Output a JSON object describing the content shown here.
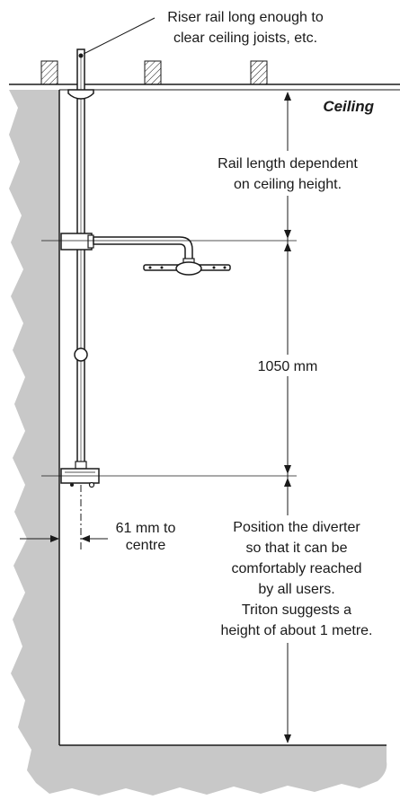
{
  "labels": {
    "riser_line1": "Riser rail long enough to",
    "riser_line2": "clear ceiling joists, etc.",
    "ceiling": "Ceiling",
    "rail_len_line1": "Rail length dependent",
    "rail_len_line2": "on ceiling height.",
    "dim_1050": "1050 mm",
    "dim_61_line1": "61 mm to",
    "dim_61_line2": "centre",
    "diverter_line1": "Position the diverter",
    "diverter_line2": "so that it can be",
    "diverter_line3": "comfortably reached",
    "diverter_line4": "by all users.",
    "diverter_line5": "Triton suggests a",
    "diverter_line6": "height of about 1 metre."
  },
  "colors": {
    "wall_fill": "#c8c8c8",
    "line": "#1a1a1a",
    "joist_hatch": "#1a1a1a"
  }
}
